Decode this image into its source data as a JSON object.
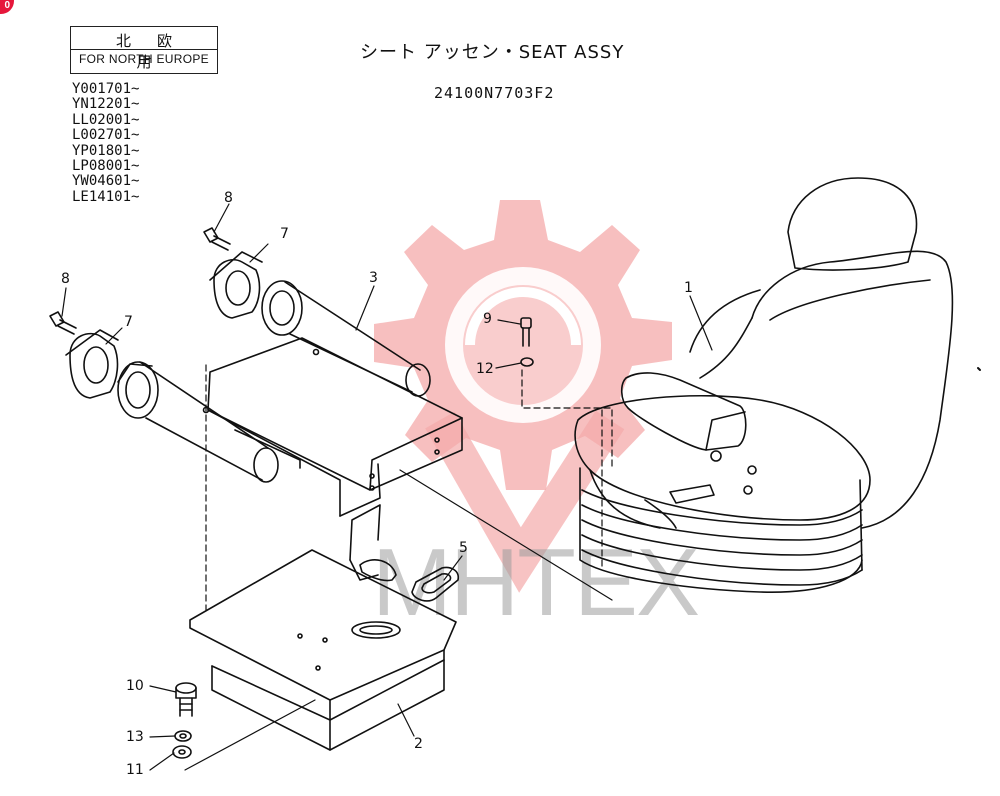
{
  "header": {
    "region_jp": "北欧用",
    "region_en": "FOR NORTH EUROPE",
    "title": "シート アッセン・SEAT ASSY",
    "part_number": "24100N7703F2",
    "badge_text": "0"
  },
  "serials": [
    "Y001701~",
    "YN12201~",
    "LL02001~",
    "L002701~",
    "YP01801~",
    "LP08001~",
    "YW04601~",
    "LE14101~"
  ],
  "callouts": {
    "c1": "1",
    "c2": "2",
    "c3": "3",
    "c5": "5",
    "c7a": "7",
    "c7b": "7",
    "c8a": "8",
    "c8b": "8",
    "c9": "9",
    "c10": "10",
    "c11": "11",
    "c12": "12",
    "c13": "13"
  },
  "watermark": {
    "text": "MHTEX",
    "color": "#f3a6a6"
  },
  "colors": {
    "ink": "#111111",
    "badge": "#e6173b",
    "watermark_gear": "#f4a9a9"
  }
}
